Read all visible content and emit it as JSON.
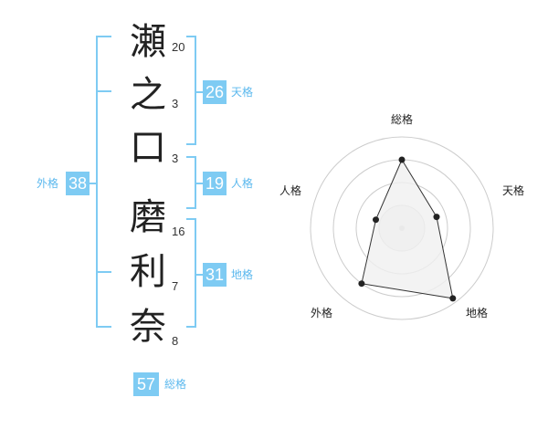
{
  "name_chars": [
    {
      "char": "瀬",
      "strokes": "20"
    },
    {
      "char": "之",
      "strokes": "3"
    },
    {
      "char": "口",
      "strokes": "3"
    },
    {
      "char": "磨",
      "strokes": "16"
    },
    {
      "char": "利",
      "strokes": "7"
    },
    {
      "char": "奈",
      "strokes": "8"
    }
  ],
  "kaku": {
    "tenkaku": {
      "value": "26",
      "label": "天格"
    },
    "jinkaku": {
      "value": "19",
      "label": "人格"
    },
    "chikaku": {
      "value": "31",
      "label": "地格"
    },
    "gaikaku": {
      "value": "38",
      "label": "外格"
    },
    "soukaku": {
      "value": "57",
      "label": "総格"
    }
  },
  "radar": {
    "axes": [
      "総格",
      "天格",
      "地格",
      "外格",
      "人格"
    ],
    "values": [
      0.75,
      0.4,
      0.95,
      0.75,
      0.3
    ],
    "rings": 4,
    "colors": {
      "accent": "#7ecbf3",
      "fill": "#f0f0f0",
      "line": "#333333",
      "grid": "#cccccc"
    }
  }
}
